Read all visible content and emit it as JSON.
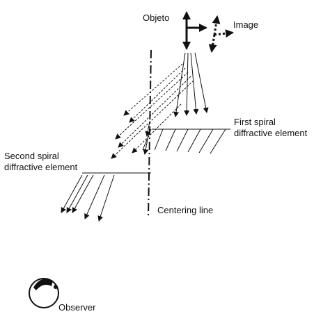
{
  "labels": {
    "object": "Objeto",
    "image": "Image",
    "first_element_line1": "First spiral",
    "first_element_line2": "diffractive element",
    "second_element_line1": "Second spiral",
    "second_element_line2": "diffractive element",
    "centering_line": "Centering line",
    "observer": "Observer"
  },
  "icons": {
    "observer": "eye-head-icon",
    "object": "bold-arrow-cross-icon",
    "image": "dotted-arrow-cross-icon"
  }
}
